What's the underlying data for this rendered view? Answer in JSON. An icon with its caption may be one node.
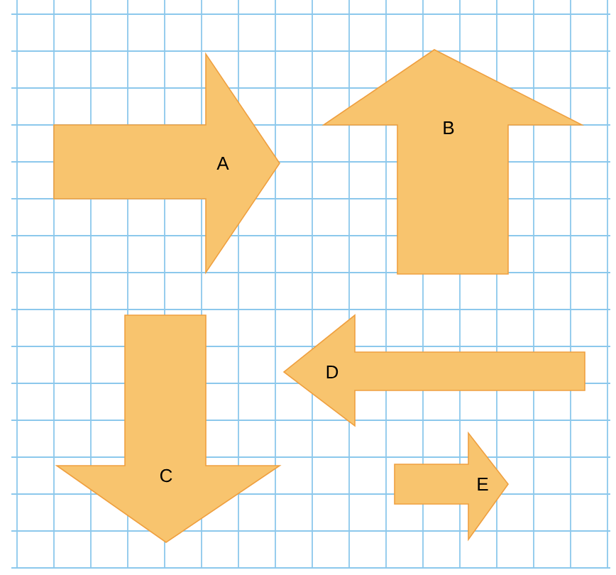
{
  "diagram": {
    "nodes": [
      {
        "text": [
          "A"
        ]
      },
      {
        "text": [
          "B"
        ]
      },
      {
        "text": [
          "C"
        ]
      },
      {
        "text": [
          "D"
        ]
      },
      {
        "text": [
          "E"
        ]
      }
    ]
  }
}
